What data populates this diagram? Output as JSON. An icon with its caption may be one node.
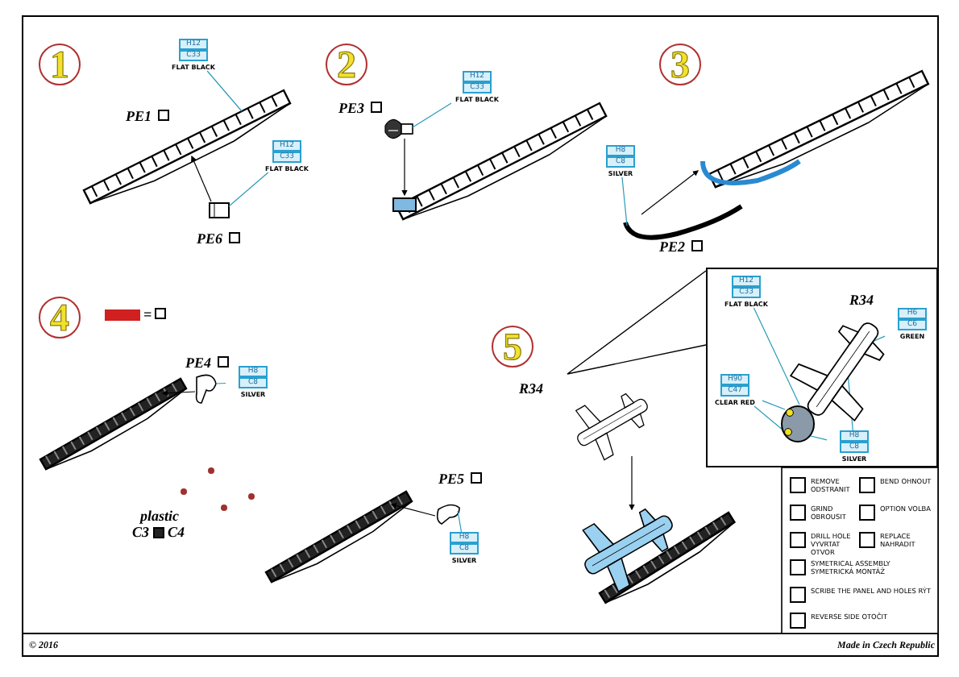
{
  "diagram": {
    "nodes": [
      {
        "text": [
          "H12",
          "C33",
          "FLAT BLACK"
        ]
      },
      {
        "text": [
          "H12",
          "C33",
          "FLAT BLACK"
        ]
      },
      {
        "text": [
          "H12",
          "C33",
          "FLAT BLACK"
        ]
      },
      {
        "text": [
          "H8",
          "C8",
          "SILVER"
        ]
      },
      {
        "text": [
          "H8",
          "C8",
          "SILVER"
        ]
      },
      {
        "text": [
          "H8",
          "C8",
          "SILVER"
        ]
      },
      {
        "text": [
          "R34"
        ]
      },
      {
        "text": [
          "H12",
          "C33",
          "FLAT BLACK"
        ],
        "in": 6
      },
      {
        "text": [
          "H6",
          "C6",
          "GREEN"
        ],
        "in": 6
      },
      {
        "text": [
          "H90",
          "C47",
          "CLEAR RED"
        ],
        "in": 6
      },
      {
        "text": [
          "H8",
          "C8",
          "SILVER"
        ],
        "in": 6
      },
      {
        "text": [],
        "shape": "picture",
        "beside": [
          "PE1"
        ]
      },
      {
        "text": [],
        "shape": "box",
        "beside": [
          "PE6"
        ]
      },
      {
        "text": [],
        "shape": "picture",
        "beside": [
          "PE3"
        ]
      },
      {
        "text": [],
        "shape": "picture"
      },
      {
        "text": [],
        "shape": "picture",
        "beside": [
          "PE2"
        ]
      },
      {
        "text": [],
        "shape": "picture"
      },
      {
        "text": [],
        "shape": "picture",
        "beside": [
          "PE4"
        ]
      },
      {
        "text": [],
        "shape": "picture"
      },
      {
        "text": [],
        "shape": "picture",
        "beside": [
          "PE5"
        ]
      },
      {
        "text": [],
        "shape": "picture"
      },
      {
        "text": [],
        "shape": "picture",
        "beside": [
          "R34"
        ]
      },
      {
        "text": [],
        "shape": "picture"
      },
      {
        "text": [],
        "shape": "picture",
        "in": 6
      },
      {
        "text": [],
        "shape": "picture",
        "in": 6
      },
      {
        "text": [],
        "shape": "circle",
        "in": 24
      },
      {
        "text": [],
        "shape": "circle",
        "in": 24
      }
    ],
    "edges": [
      {
        "from": 0,
        "to": 11,
        "arrow": "none"
      },
      {
        "from": 1,
        "to": 12,
        "arrow": "none"
      },
      {
        "from": 2,
        "to": 13,
        "arrow": "none"
      },
      {
        "from": 3,
        "to": 15,
        "arrow": "none"
      },
      {
        "from": 4,
        "to": 17,
        "arrow": "none"
      },
      {
        "from": 5,
        "to": 19,
        "arrow": "none"
      },
      {
        "from": 7,
        "to": 24,
        "arrow": "none"
      },
      {
        "from": 8,
        "to": 23,
        "arrow": "none"
      },
      {
        "from": 9,
        "to": 25,
        "arrow": "none"
      },
      {
        "from": 9,
        "to": 26,
        "arrow": "none"
      },
      {
        "from": 10,
        "to": 24,
        "arrow": "none"
      },
      {
        "from": 10,
        "to": 23,
        "arrow": "none"
      },
      {
        "from": 12,
        "to": 11,
        "arrow": "to",
        "color": "#000000"
      },
      {
        "from": 13,
        "to": 14,
        "arrow": "to",
        "color": "#000000"
      },
      {
        "from": 15,
        "to": 16,
        "arrow": "to",
        "color": "#000000"
      },
      {
        "from": 17,
        "to": 18,
        "arrow": "to",
        "color": "#000000"
      },
      {
        "from": 19,
        "to": 20,
        "arrow": "to",
        "color": "#000000"
      },
      {
        "from": 21,
        "to": 22,
        "arrow": "to",
        "color": "#000000"
      }
    ],
    "labels": [
      "1",
      "2",
      "3",
      "4",
      "=",
      "plastic",
      "C3",
      "C4",
      "5",
      "© 2016",
      "Made in Czech Republic"
    ],
    "legend": [
      {
        "text": "REMOVE ODSTRANIT"
      },
      {
        "text": "BEND OHNOUT"
      },
      {
        "text": "GRIND OBROUSIT"
      },
      {
        "text": "OPTION VOLBA"
      },
      {
        "text": "DRILL HOLE VYVRTAT OTVOR"
      },
      {
        "text": "REPLACE NAHRADIT"
      },
      {
        "text": "SYMETRICAL ASSEMBLY SYMETRICKÁ MONTÁŽ"
      },
      {
        "text": "SCRIBE THE PANEL AND HOLES RÝT"
      },
      {
        "text": "REVERSE SIDE OTOČIT"
      }
    ]
  }
}
